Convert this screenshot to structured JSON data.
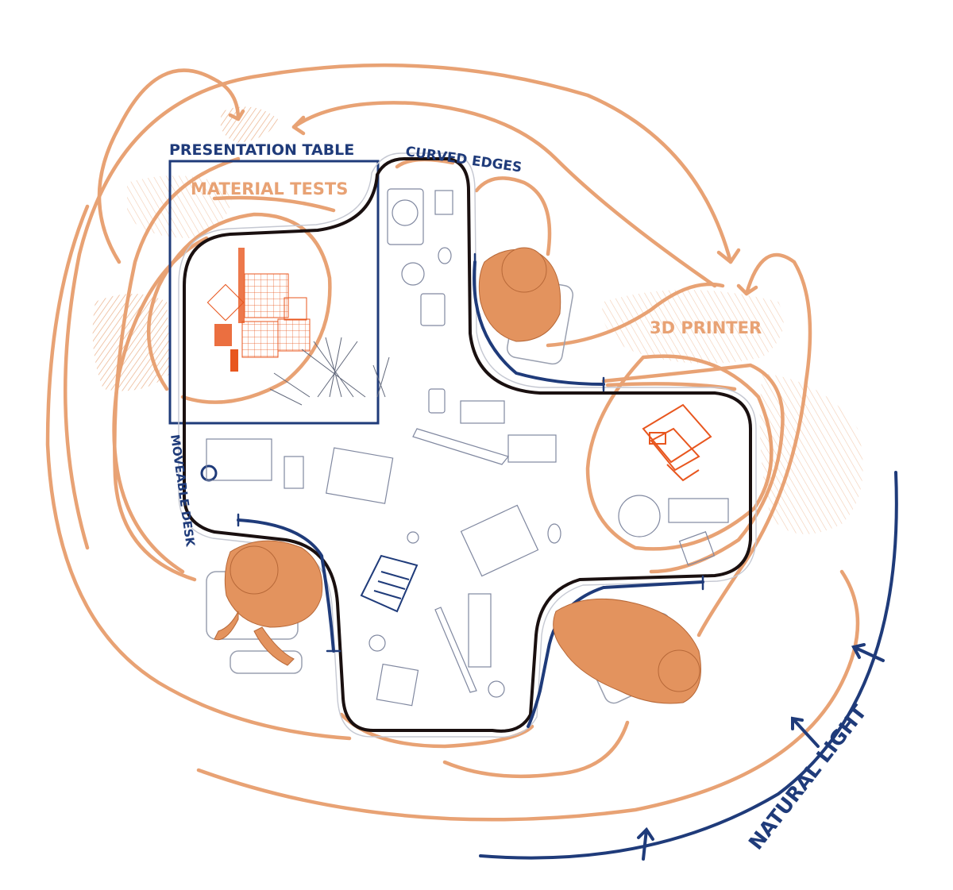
{
  "labels": {
    "presentation_table": "PRESENTATION TABLE",
    "material_tests": "MATERIAL TESTS",
    "curved_edges": "CURVED EDGES",
    "printer": "3D PRINTER",
    "moveable_desk": "MOVEABLE DESK",
    "natural_light": "NATURAL LIGHT"
  },
  "colors": {
    "navy": "#1f3b7a",
    "orange": "#e8a274",
    "person": "#e3935e",
    "printer_red": "#e8561e",
    "table_outline": "#1a1010",
    "line_art": "#8088a0"
  }
}
